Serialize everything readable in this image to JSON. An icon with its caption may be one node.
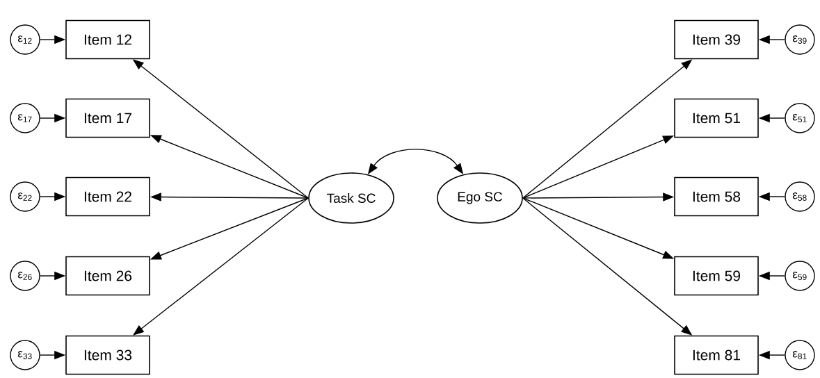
{
  "diagram": {
    "nodes": [
      {
        "text": [
          "ε$_{12}$"
        ]
      },
      {
        "text": [
          "Item 12"
        ]
      },
      {
        "text": [
          "Item 39"
        ]
      },
      {
        "text": [
          "ε$_{39}$"
        ]
      },
      {
        "text": [
          "ε$_{17}$"
        ]
      },
      {
        "text": [
          "Item 17"
        ]
      },
      {
        "text": [
          "Item 51"
        ]
      },
      {
        "text": [
          "ε$_{51}$"
        ]
      },
      {
        "text": [
          "ε$_{22}$"
        ]
      },
      {
        "text": [
          "Item 22"
        ]
      },
      {
        "text": [
          "Task SC"
        ]
      },
      {
        "text": [
          "Ego SC"
        ]
      },
      {
        "text": [
          "Item 58"
        ]
      },
      {
        "text": [
          "ε$_{58}$"
        ]
      },
      {
        "text": [
          "ε$_{26}$"
        ]
      },
      {
        "text": [
          "Item 26"
        ]
      },
      {
        "text": [
          "Item 59"
        ]
      },
      {
        "text": [
          "ε$_{59}$"
        ]
      },
      {
        "text": [
          "ε$_{33}$"
        ]
      },
      {
        "text": [
          "Item 33"
        ]
      },
      {
        "text": [
          "Item 81"
        ]
      },
      {
        "text": [
          "ε$_{81}$"
        ]
      }
    ],
    "edges": [
      {
        "from": 10,
        "to": 11,
        "arrow": "both"
      },
      {
        "from": 10,
        "to": 1,
        "arrow": "to"
      },
      {
        "from": 10,
        "to": 5,
        "arrow": "to"
      },
      {
        "from": 10,
        "to": 9,
        "arrow": "to"
      },
      {
        "from": 10,
        "to": 15,
        "arrow": "to"
      },
      {
        "from": 10,
        "to": 19,
        "arrow": "to"
      },
      {
        "from": 11,
        "to": 2,
        "arrow": "to"
      },
      {
        "from": 11,
        "to": 6,
        "arrow": "to"
      },
      {
        "from": 11,
        "to": 12,
        "arrow": "to"
      },
      {
        "from": 11,
        "to": 16,
        "arrow": "to"
      },
      {
        "from": 11,
        "to": 20,
        "arrow": "to"
      },
      {
        "from": 0,
        "to": 1,
        "arrow": "to"
      },
      {
        "from": 4,
        "to": 5,
        "arrow": "to"
      },
      {
        "from": 8,
        "to": 9,
        "arrow": "to"
      },
      {
        "from": 14,
        "to": 15,
        "arrow": "to"
      },
      {
        "from": 18,
        "to": 19,
        "arrow": "to"
      },
      {
        "from": 3,
        "to": 2,
        "arrow": "to"
      },
      {
        "from": 7,
        "to": 6,
        "arrow": "to"
      },
      {
        "from": 13,
        "to": 12,
        "arrow": "to"
      },
      {
        "from": 17,
        "to": 16,
        "arrow": "to"
      },
      {
        "from": 21,
        "to": 20,
        "arrow": "to"
      }
    ]
  }
}
